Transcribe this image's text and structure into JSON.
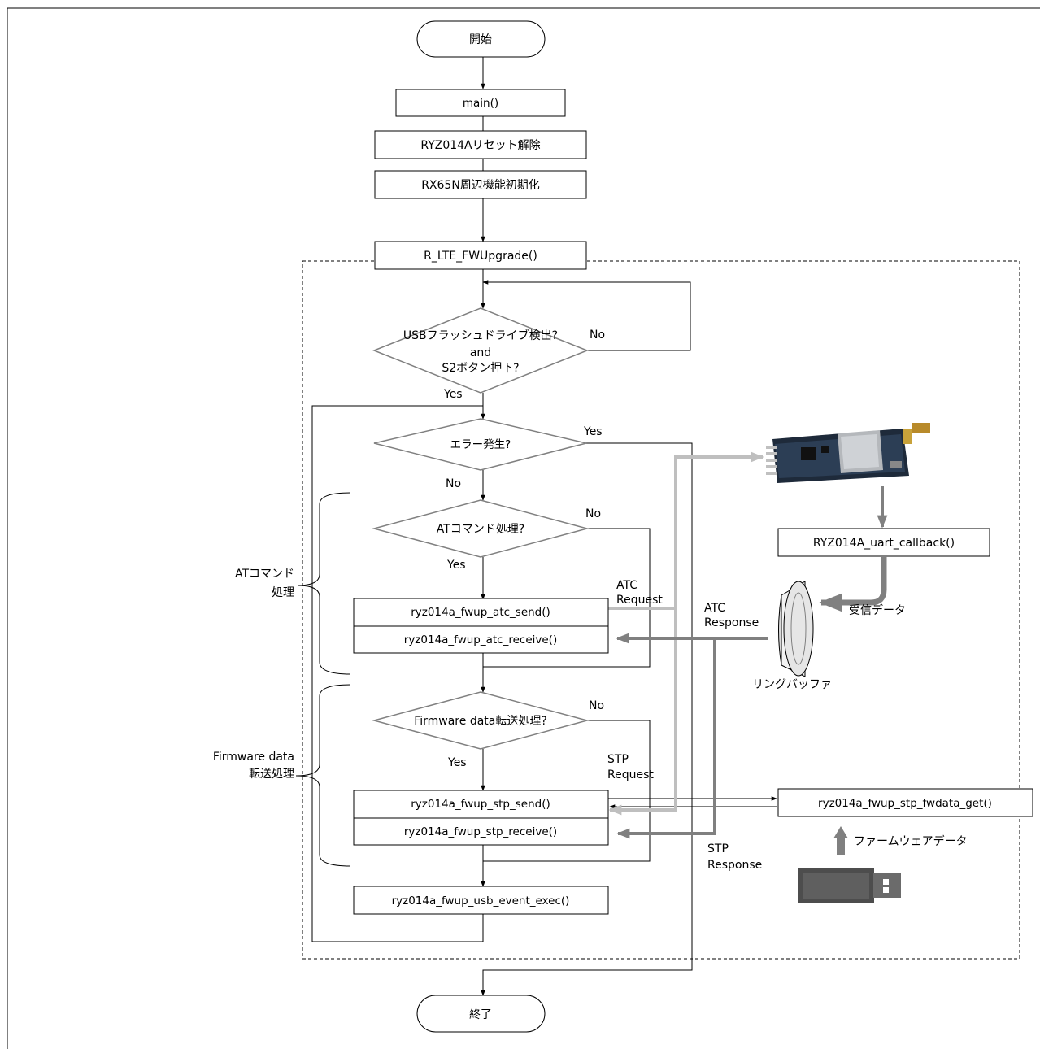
{
  "nodes": {
    "start": "開始",
    "main": "main()",
    "reset": "RYZ014Aリセット解除",
    "init": "RX65N周辺機能初期化",
    "fwupgrade": "R_LTE_FWUpgrade()",
    "cond_usb_1": "USBフラッシュドライブ検出?",
    "cond_usb_2": "and",
    "cond_usb_3": "S2ボタン押下?",
    "cond_error": "エラー発生?",
    "cond_at": "ATコマンド処理?",
    "atc_send": "ryz014a_fwup_atc_send()",
    "atc_receive": "ryz014a_fwup_atc_receive()",
    "cond_fw": "Firmware data転送処理?",
    "stp_send": "ryz014a_fwup_stp_send()",
    "stp_receive": "ryz014a_fwup_stp_receive()",
    "usb_event": "ryz014a_fwup_usb_event_exec()",
    "end": "終了",
    "uart_callback": "RYZ014A_uart_callback()",
    "fwdata_get": "ryz014a_fwup_stp_fwdata_get()"
  },
  "labels": {
    "yes": "Yes",
    "no": "No",
    "atc_request_1": "ATC",
    "atc_request_2": "Request",
    "atc_response_1": "ATC",
    "atc_response_2": "Response",
    "stp_request_1": "STP",
    "stp_request_2": "Request",
    "stp_response_1": "STP",
    "stp_response_2": "Response",
    "received_data": "受信データ",
    "ring_buffer": "リングバッファ",
    "firmware_data": "ファームウェアデータ",
    "brace_at_1": "ATコマンド",
    "brace_at_2": "処理",
    "brace_fw_1": "Firmware data",
    "brace_fw_2": "転送処理"
  },
  "colors": {
    "line": "#000000",
    "decision_border": "#808080",
    "data_arrow": "#808080",
    "request_arrow": "#bfbfbf",
    "board_pcb": "#1e2a3a",
    "usb_body": "#4d4d4d"
  },
  "icons": {
    "module_board": "lte-module-board-icon",
    "ring_buffer": "ring-buffer-icon",
    "usb_drive": "usb-flash-drive-icon"
  }
}
